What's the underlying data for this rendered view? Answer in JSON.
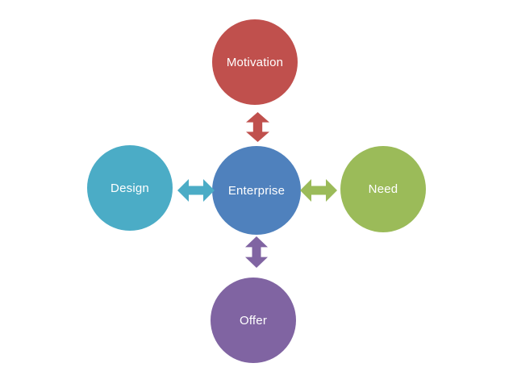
{
  "diagram": {
    "background": "#ffffff",
    "text_color": "#ffffff",
    "center_node": {
      "label": "Enterprise",
      "color": "#4f81bd"
    },
    "nodes": [
      {
        "label": "Motivation",
        "color": "#c0504d",
        "position": "top"
      },
      {
        "label": "Design",
        "color": "#4bacc6",
        "position": "left"
      },
      {
        "label": "Need",
        "color": "#9bbb59",
        "position": "right"
      },
      {
        "label": "Offer",
        "color": "#8064a2",
        "position": "bottom"
      }
    ],
    "connectors": [
      {
        "from": "Enterprise",
        "to": "Motivation",
        "style": "double-headed-arrow",
        "orientation": "vertical",
        "color": "#c0504d"
      },
      {
        "from": "Enterprise",
        "to": "Design",
        "style": "double-headed-arrow",
        "orientation": "horizontal",
        "color": "#4bacc6"
      },
      {
        "from": "Enterprise",
        "to": "Need",
        "style": "double-headed-arrow",
        "orientation": "horizontal",
        "color": "#9bbb59"
      },
      {
        "from": "Enterprise",
        "to": "Offer",
        "style": "double-headed-arrow",
        "orientation": "vertical",
        "color": "#8064a2"
      }
    ]
  }
}
